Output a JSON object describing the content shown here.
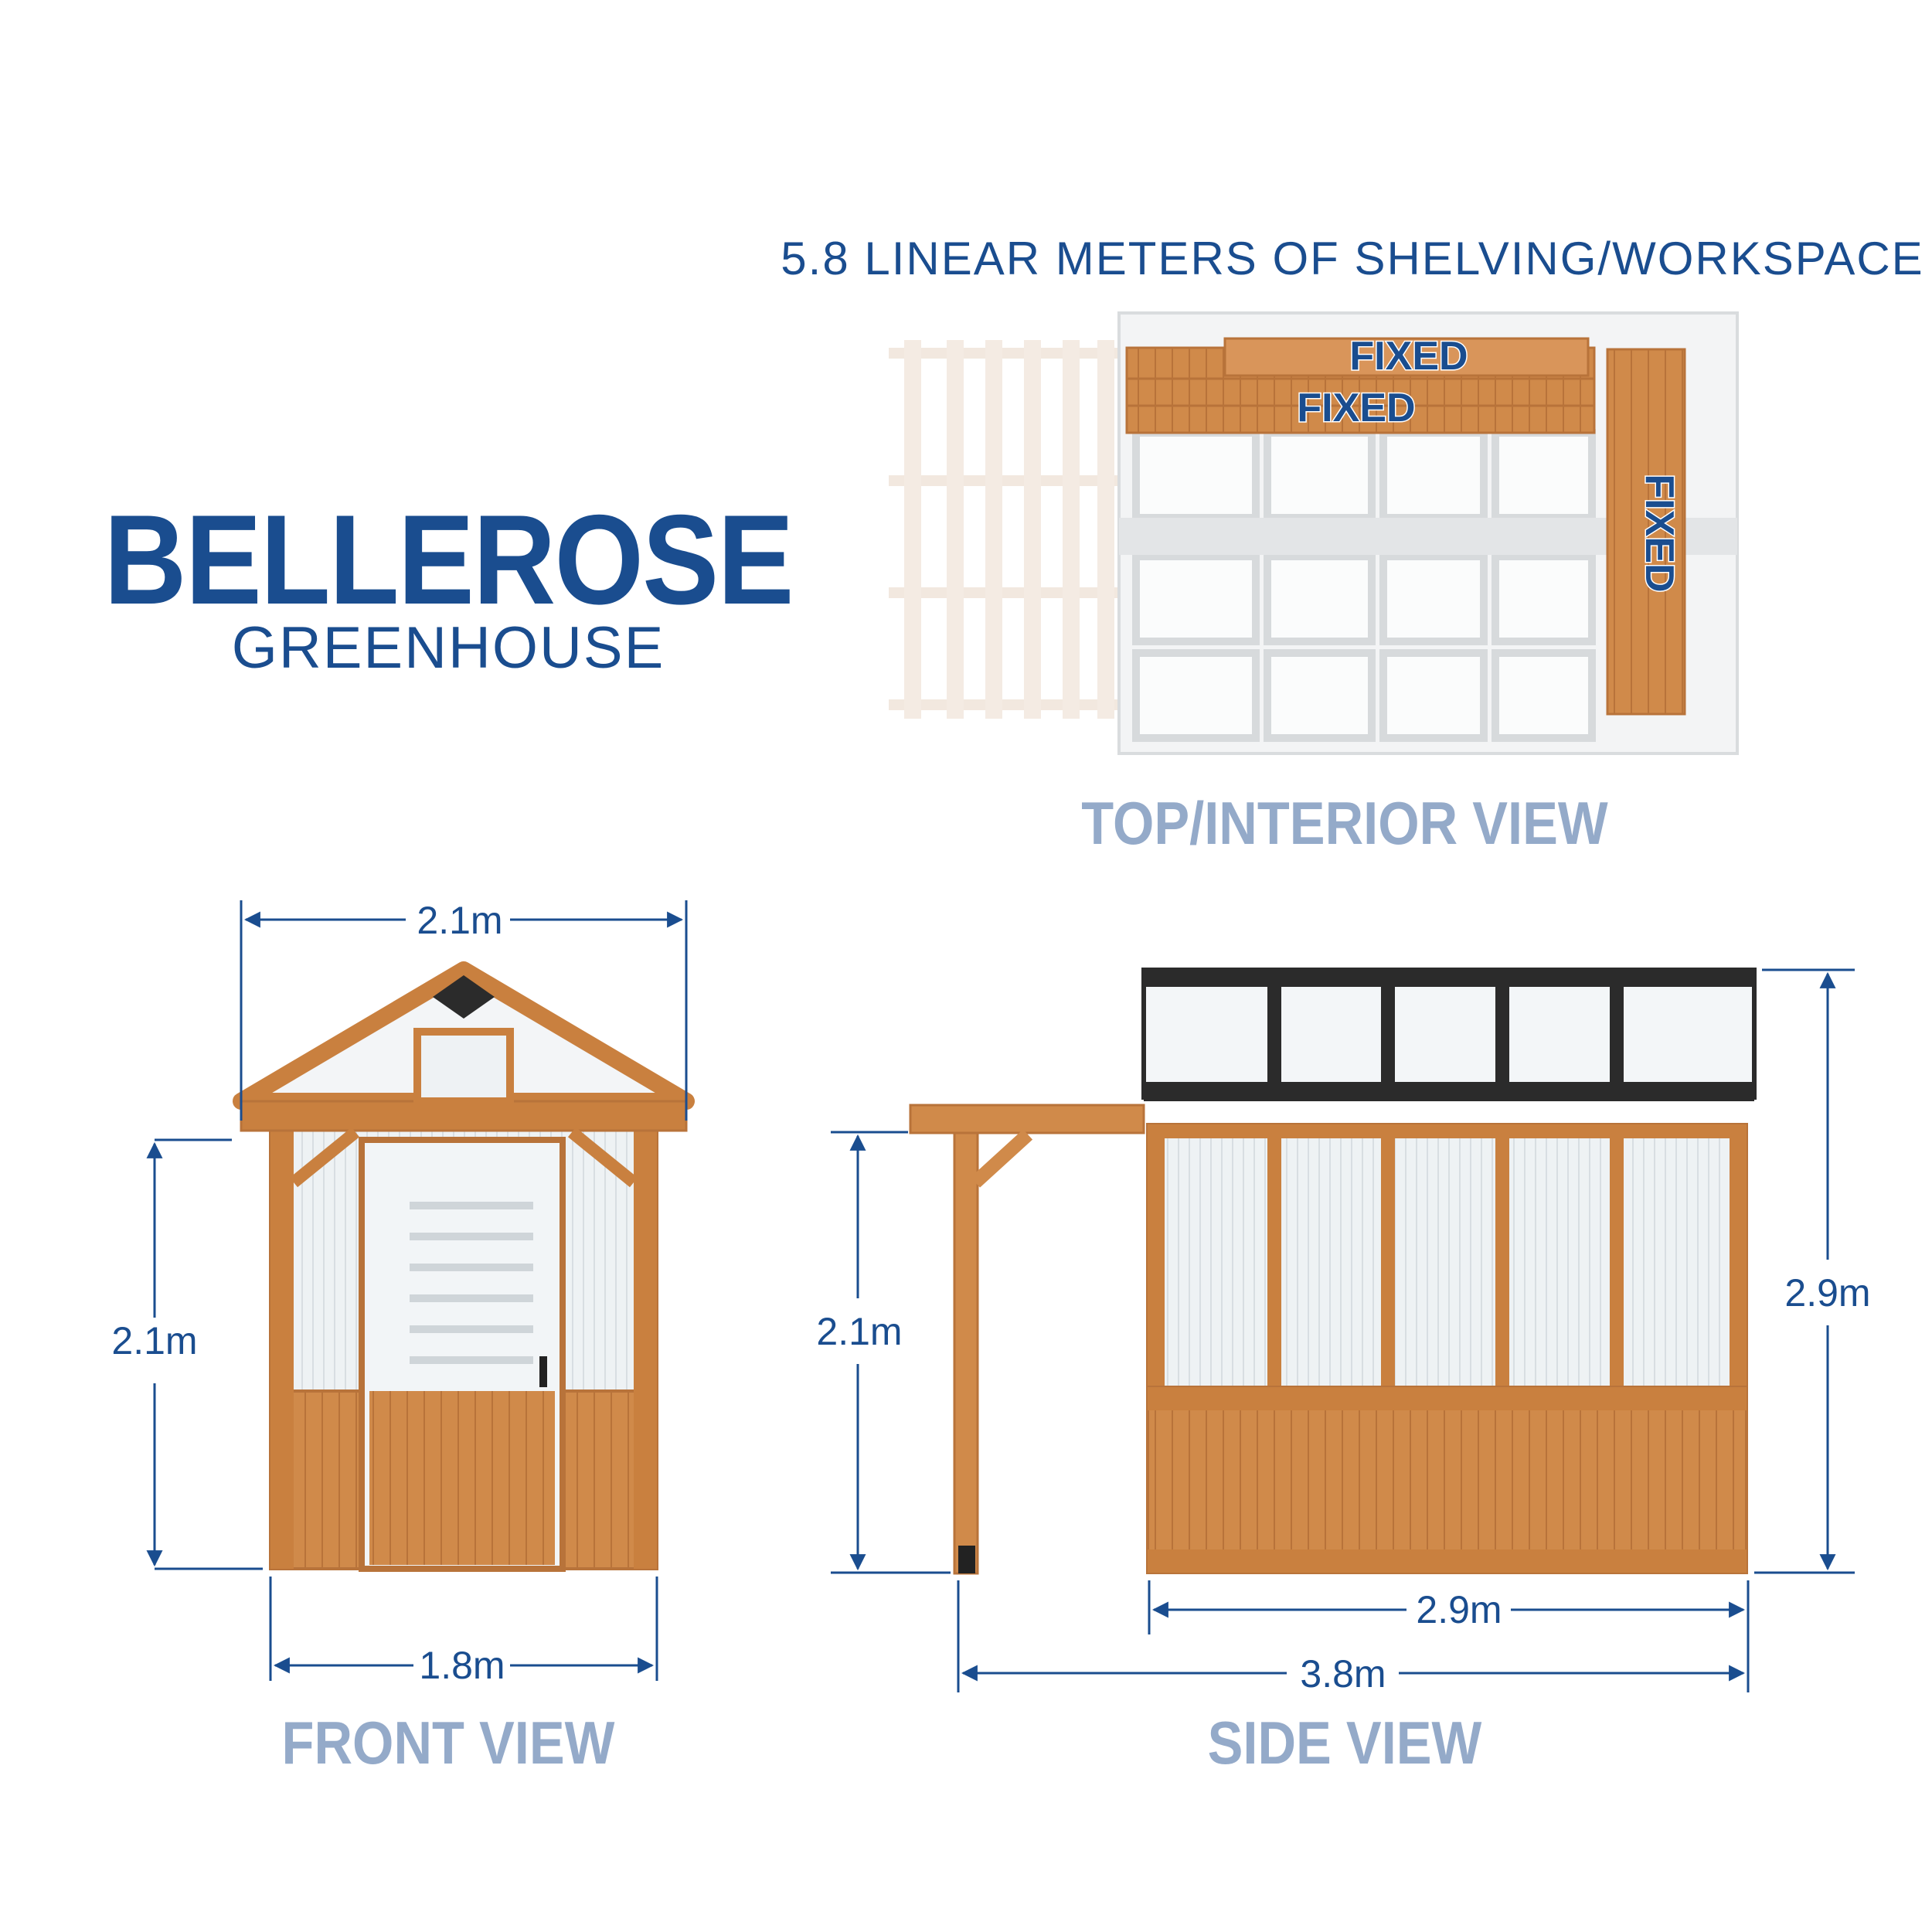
{
  "brand": {
    "name": "BELLEROSE",
    "product": "GREENHOUSE"
  },
  "headline": "5.8 LINEAR METERS OF SHELVING/WORKSPACE",
  "top_view": {
    "label": "TOP/INTERIOR VIEW",
    "shelf_labels": [
      "FIXED",
      "FIXED",
      "FIXED"
    ]
  },
  "front_view": {
    "label": "FRONT VIEW",
    "dimensions": {
      "top_width": "2.1m",
      "height": "2.1m",
      "base_width": "1.8m"
    }
  },
  "side_view": {
    "label": "SIDE VIEW",
    "dimensions": {
      "wall_height": "2.1m",
      "total_height": "2.9m",
      "body_length": "2.9m",
      "total_length": "3.8m"
    }
  },
  "colors": {
    "brand_blue": "#1a4d8f",
    "label_blue": "#94aac9",
    "wood": "#d08a4a",
    "roof_dark": "#2b2b2b",
    "panel": "#e9eef1"
  }
}
